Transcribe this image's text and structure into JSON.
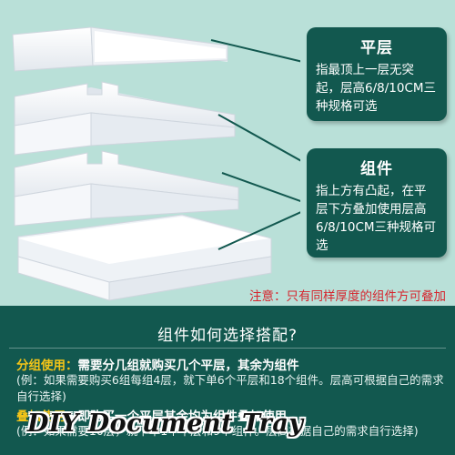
{
  "colors": {
    "background": "#b9e0d8",
    "panel": "#12584f",
    "accent_yellow": "#f5c518",
    "note_red": "#d6232c"
  },
  "callouts": [
    {
      "title": "平层",
      "body": "指最顶上一层无突起，层高6/8/10CM三种规格可选"
    },
    {
      "title": "组件",
      "body": "指上方有凸起，在平层下方叠加使用层高6/8/10CM三种规格可选"
    }
  ],
  "note": "注意：只有同样厚度的组件方可叠加",
  "guide": {
    "title": "组件如何选择搭配?",
    "sections": [
      {
        "key": "分组使用：",
        "headline": "需要分几组就购买几个平层，其余为组件",
        "detail": "(例：如果需要购买6组每组4层，就下单6个平层和18个组件。层高可根据自己的需求自行选择)"
      },
      {
        "key": "叠加使用：",
        "headline": "即购买一个平层其余均为组件叠加使用",
        "detail": "(例：如果需要10层，就下单1个平层和9个组件。层高根据自己的需求自行选择)"
      }
    ]
  },
  "overlay_caption": "DIY Document Tray"
}
